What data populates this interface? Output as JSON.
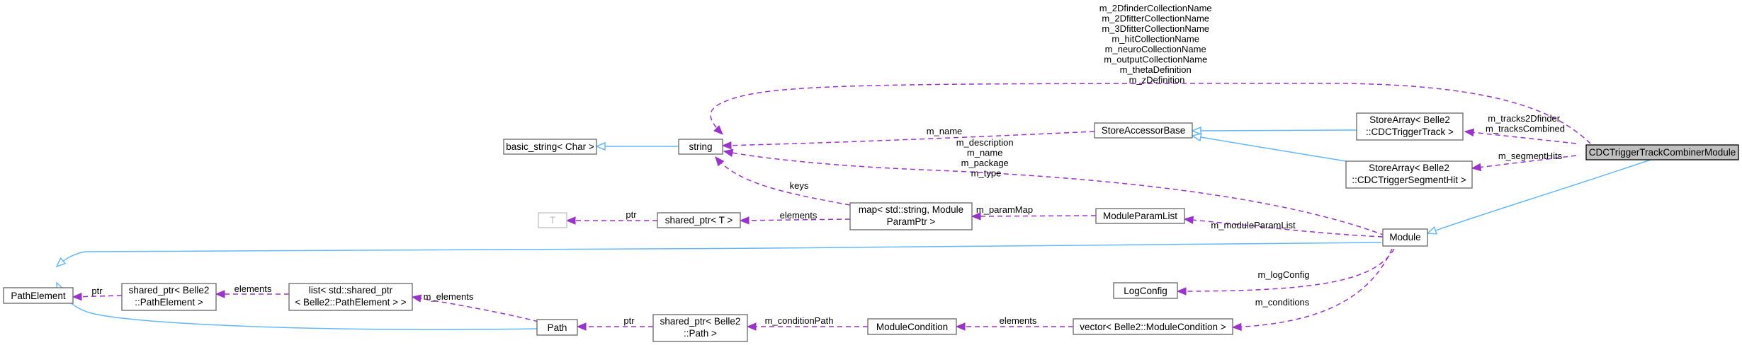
{
  "nodes": {
    "combiner": {
      "label": [
        "CDCTriggerTrackCombinerModule"
      ],
      "style": "highlight"
    },
    "string": {
      "label": [
        "string"
      ]
    },
    "basic_string": {
      "label": [
        "basic_string< Char >"
      ]
    },
    "store_accessor_base": {
      "label": [
        "StoreAccessorBase"
      ]
    },
    "storearray_track": {
      "label": [
        "StoreArray< Belle2",
        "::CDCTriggerTrack >"
      ]
    },
    "storearray_seghit": {
      "label": [
        "StoreArray< Belle2",
        "::CDCTriggerSegmentHit >"
      ]
    },
    "module": {
      "label": [
        "Module"
      ]
    },
    "map": {
      "label": [
        "map< std::string, Module",
        "ParamPtr >"
      ]
    },
    "module_param_list": {
      "label": [
        "ModuleParamList"
      ]
    },
    "shared_ptr_t": {
      "label": [
        "shared_ptr< T >"
      ]
    },
    "t": {
      "label": [
        "T"
      ],
      "style": "ghost"
    },
    "path_element": {
      "label": [
        "PathElement"
      ]
    },
    "shared_ptr_pathelement": {
      "label": [
        "shared_ptr< Belle2",
        "::PathElement >"
      ]
    },
    "list_pathelement": {
      "label": [
        "list< std::shared_ptr",
        "< Belle2::PathElement > >"
      ]
    },
    "path": {
      "label": [
        "Path"
      ]
    },
    "shared_ptr_path": {
      "label": [
        "shared_ptr< Belle2",
        "::Path >"
      ]
    },
    "module_condition": {
      "label": [
        "ModuleCondition"
      ]
    },
    "vector_condition": {
      "label": [
        "vector< Belle2::ModuleCondition >"
      ]
    },
    "log_config": {
      "label": [
        "LogConfig"
      ]
    }
  },
  "edge_labels": {
    "combiner_to_string": [
      "m_2DfinderCollectionName",
      "m_2DfitterCollectionName",
      "m_3DfitterCollectionName",
      "m_hitCollectionName",
      "m_neuroCollectionName",
      "m_outputCollectionName",
      "m_thetaDefinition",
      "m_zDefinition"
    ],
    "combiner_to_track": [
      "m_tracks2Dfinder",
      "m_tracksCombined"
    ],
    "combiner_to_seghit": [
      "m_segmentHits"
    ],
    "sab_to_string": [
      "m_name"
    ],
    "module_to_string": [
      "m_description",
      "m_name",
      "m_package",
      "m_type"
    ],
    "map_to_string": [
      "keys"
    ],
    "map_to_shared_ptr_t": [
      "elements"
    ],
    "shared_ptr_t_to_t": [
      "ptr"
    ],
    "mpl_to_map": [
      "m_paramMap"
    ],
    "module_to_mpl": [
      "m_moduleParamList"
    ],
    "module_to_logconfig": [
      "m_logConfig"
    ],
    "module_to_vector": [
      "m_conditions"
    ],
    "vector_to_condition": [
      "elements"
    ],
    "condition_to_shared_ptr_path": [
      "m_conditionPath"
    ],
    "shared_ptr_path_to_path": [
      "ptr"
    ],
    "path_to_list": [
      "m_elements"
    ],
    "list_to_shared_ptr_pe": [
      "elements"
    ],
    "shared_ptr_pe_to_pe": [
      "ptr"
    ]
  },
  "colors": {
    "inheritance": "#63b8ff",
    "usage": "#9a32cd",
    "highlight_fill": "#bfbfbf",
    "node_border": "#666666"
  }
}
